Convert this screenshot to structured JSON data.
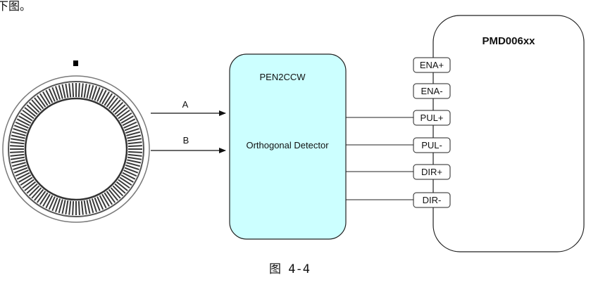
{
  "top_text": "下图。",
  "encoder": {
    "signals": [
      "A",
      "B"
    ]
  },
  "detector": {
    "title": "PEN2CCW",
    "subtitle": "Orthogonal Detector",
    "fill": "#ccffff"
  },
  "driver": {
    "title": "PMD006xx",
    "pins": [
      "ENA+",
      "ENA-",
      "PUL+",
      "PUL-",
      "DIR+",
      "DIR-"
    ]
  },
  "caption": "图 4-4"
}
